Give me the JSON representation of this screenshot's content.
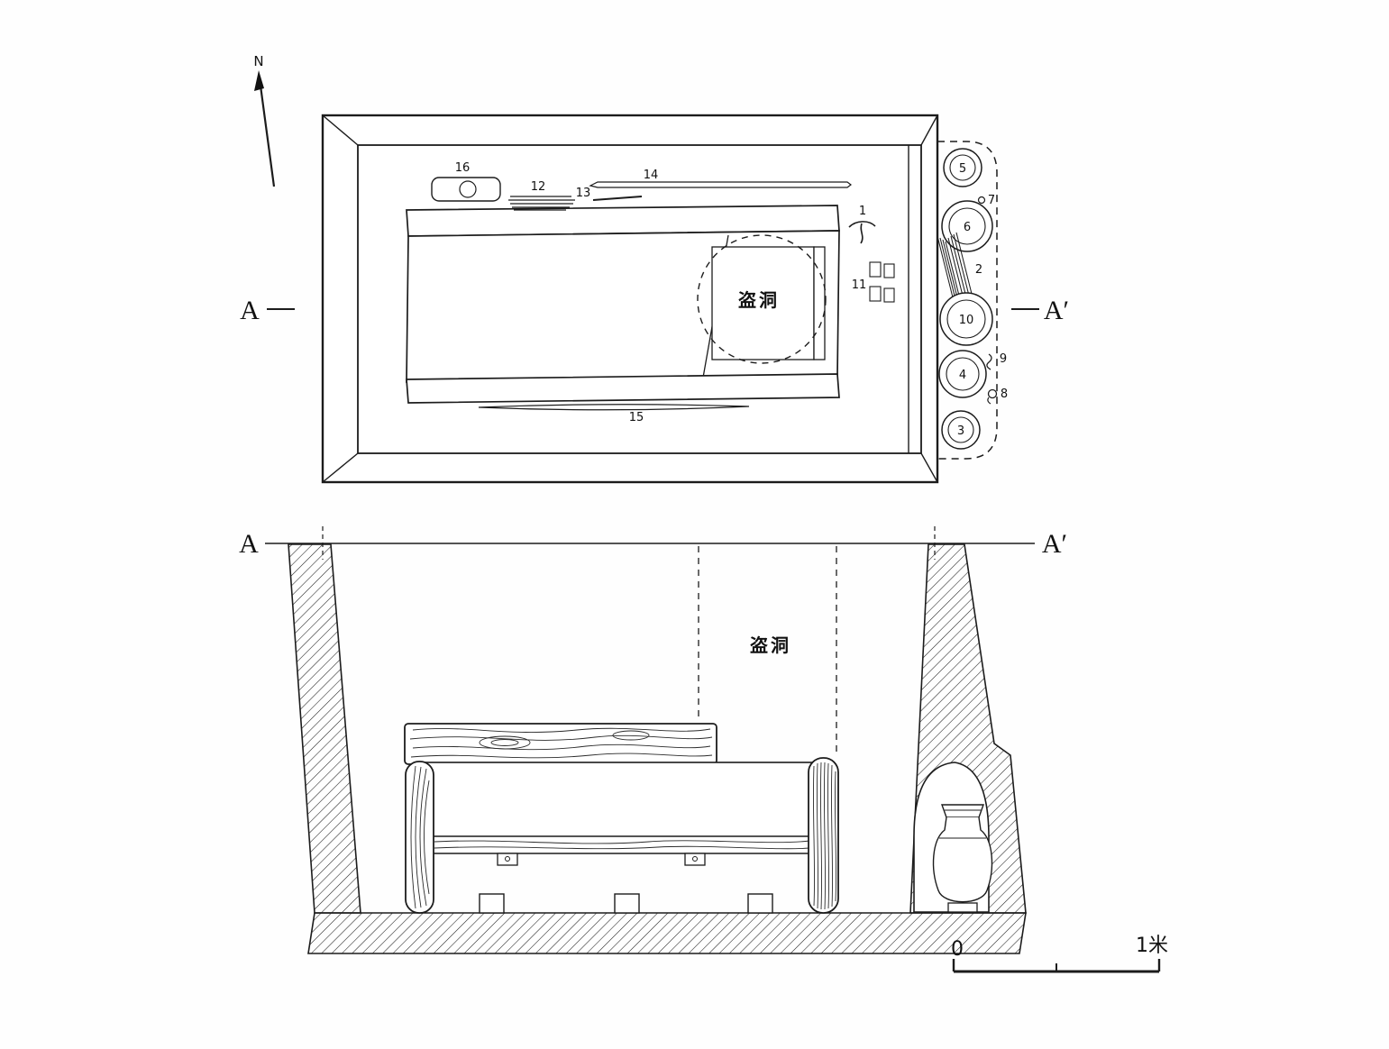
{
  "compass": {
    "north": "N"
  },
  "plan": {
    "section_marker_left": "A",
    "section_marker_right": "A′",
    "robber_hole": "盗洞",
    "artifacts": {
      "a1": "1",
      "a2": "2",
      "a3": "3",
      "a4": "4",
      "a5": "5",
      "a6": "6",
      "a7": "7",
      "a8": "8",
      "a9": "9",
      "a10": "10",
      "a11": "11",
      "a12": "12",
      "a13": "13",
      "a14": "14",
      "a15": "15",
      "a16": "16"
    }
  },
  "section": {
    "marker_left": "A",
    "marker_right": "A′",
    "robber_hole": "盗洞"
  },
  "scale_bar": {
    "zero": "0",
    "max": "1米"
  }
}
